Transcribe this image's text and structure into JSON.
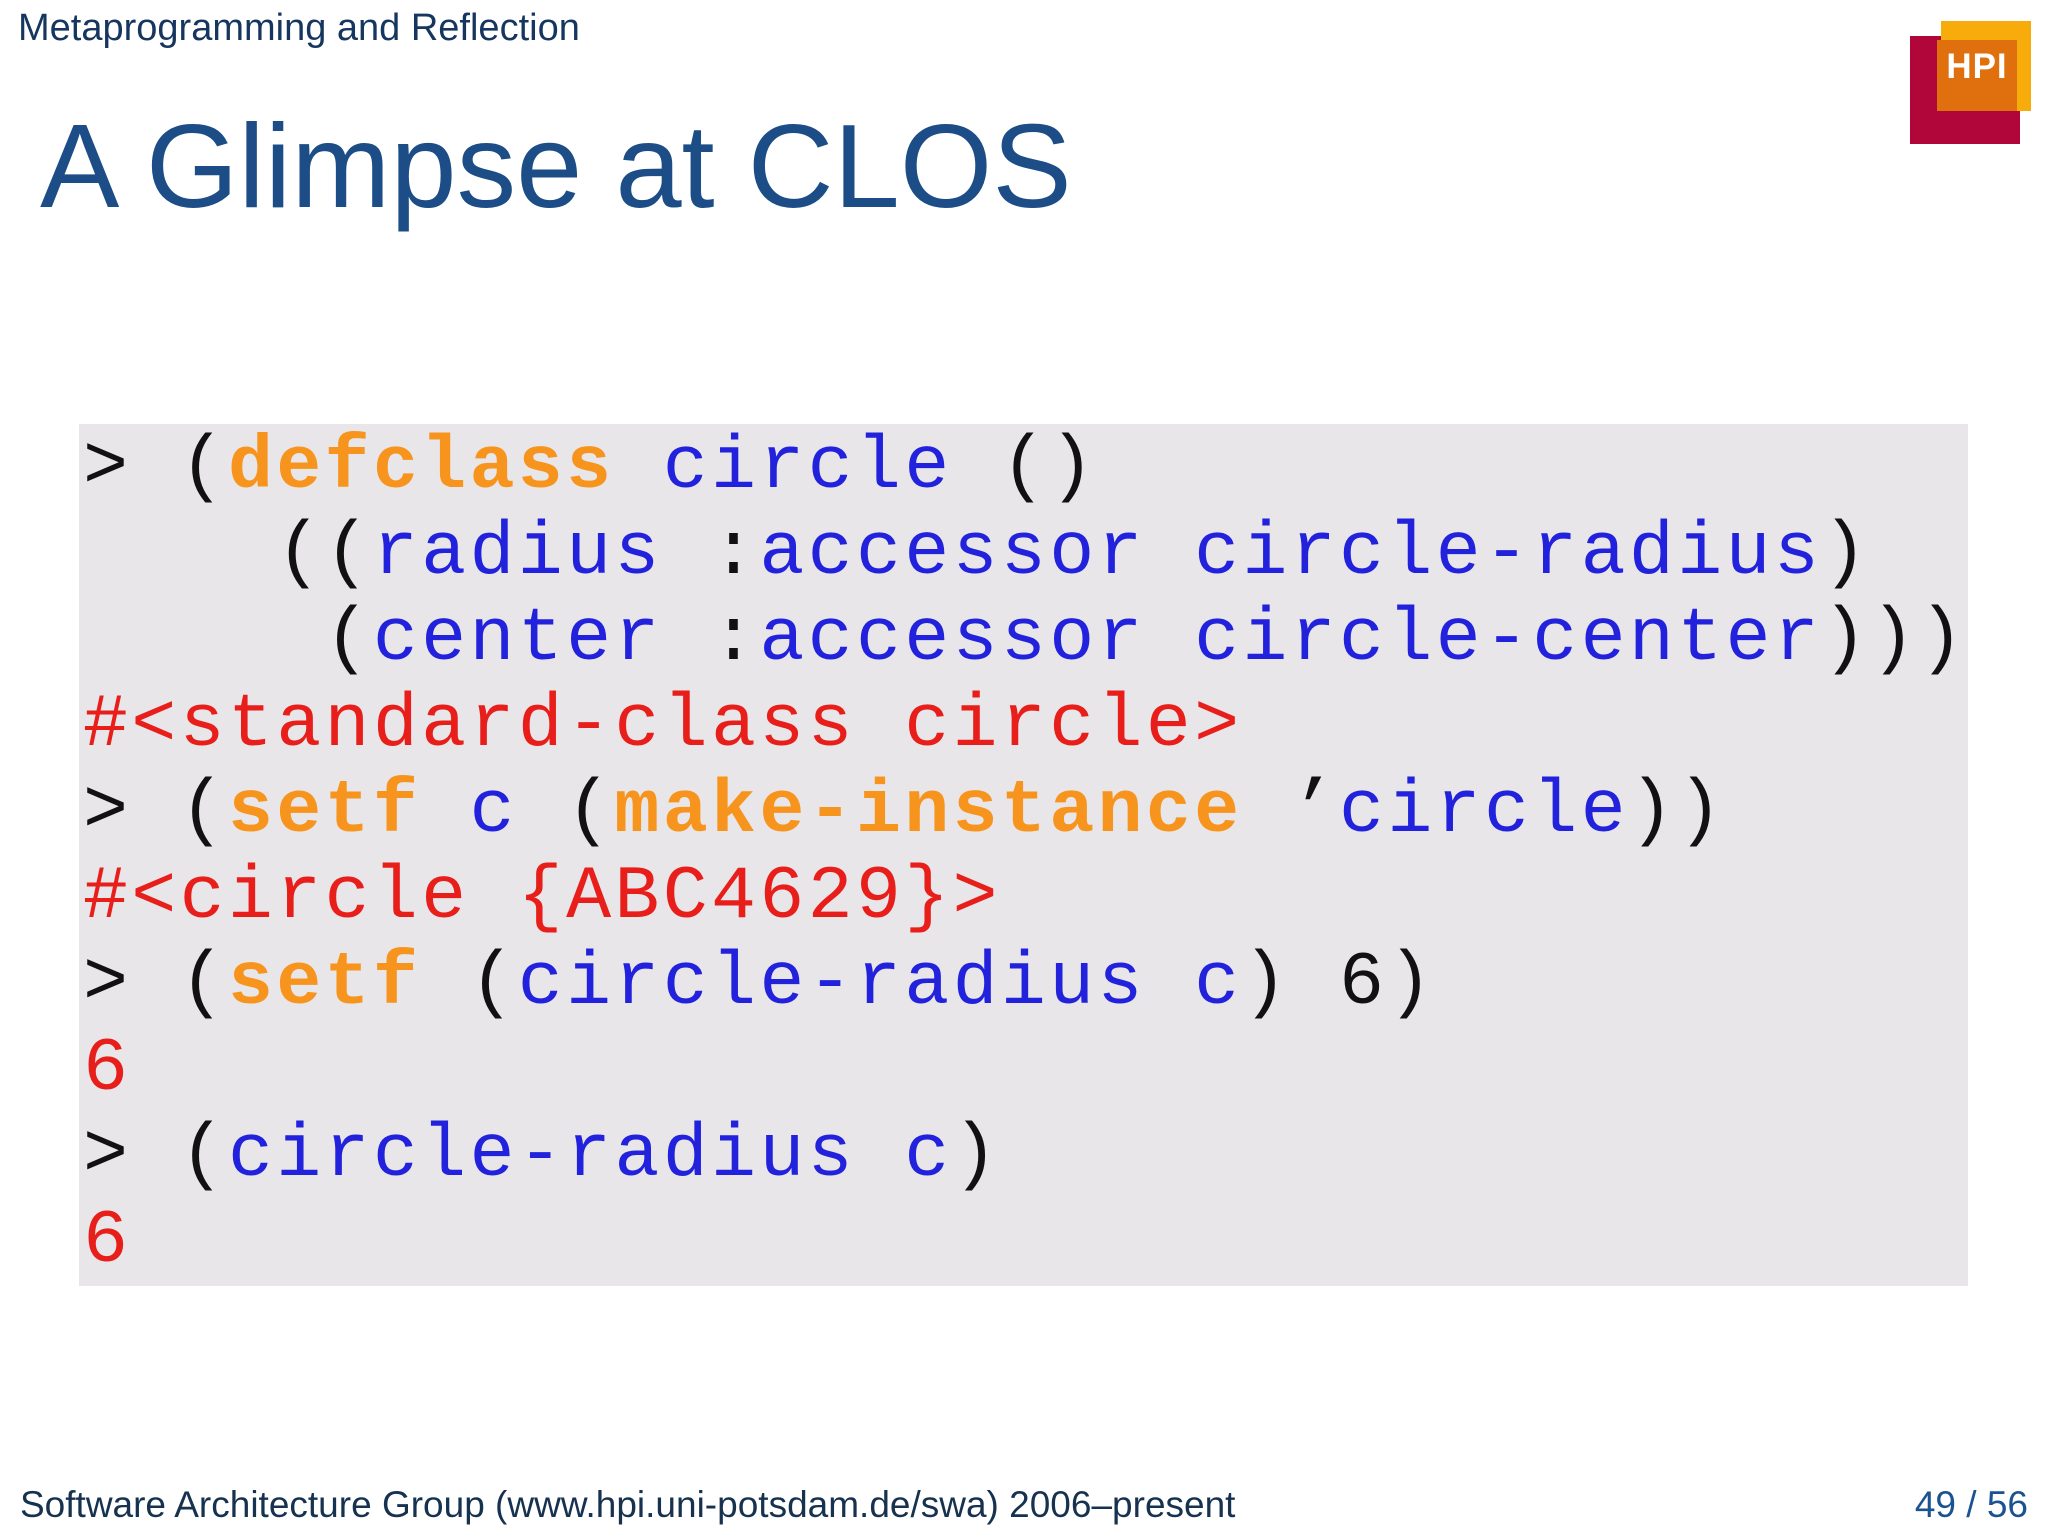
{
  "header": {
    "course_title": "Metaprogramming and Reflection"
  },
  "logo": {
    "text": "HPI"
  },
  "slide": {
    "title": "A Glimpse at CLOS"
  },
  "code": {
    "lines": [
      {
        "tokens": [
          {
            "t": "> (",
            "c": "plain"
          },
          {
            "t": "defclass",
            "c": "keyword"
          },
          {
            "t": " ",
            "c": "plain"
          },
          {
            "t": "circle",
            "c": "identifier"
          },
          {
            "t": " ()",
            "c": "plain"
          }
        ]
      },
      {
        "tokens": [
          {
            "t": "    ((",
            "c": "plain"
          },
          {
            "t": "radius",
            "c": "identifier"
          },
          {
            "t": " :",
            "c": "plain"
          },
          {
            "t": "accessor",
            "c": "identifier"
          },
          {
            "t": " ",
            "c": "plain"
          },
          {
            "t": "circle-radius",
            "c": "identifier"
          },
          {
            "t": ")",
            "c": "plain"
          }
        ]
      },
      {
        "tokens": [
          {
            "t": "     (",
            "c": "plain"
          },
          {
            "t": "center",
            "c": "identifier"
          },
          {
            "t": " :",
            "c": "plain"
          },
          {
            "t": "accessor",
            "c": "identifier"
          },
          {
            "t": " ",
            "c": "plain"
          },
          {
            "t": "circle-center",
            "c": "identifier"
          },
          {
            "t": ")))",
            "c": "plain"
          }
        ]
      },
      {
        "tokens": [
          {
            "t": "#<standard-class circle>",
            "c": "output"
          }
        ]
      },
      {
        "tokens": [
          {
            "t": "> (",
            "c": "plain"
          },
          {
            "t": "setf",
            "c": "keyword"
          },
          {
            "t": " ",
            "c": "plain"
          },
          {
            "t": "c",
            "c": "identifier"
          },
          {
            "t": " (",
            "c": "plain"
          },
          {
            "t": "make-instance",
            "c": "keyword"
          },
          {
            "t": " ’",
            "c": "plain"
          },
          {
            "t": "circle",
            "c": "identifier"
          },
          {
            "t": "))",
            "c": "plain"
          }
        ]
      },
      {
        "tokens": [
          {
            "t": "#<circle {ABC4629}>",
            "c": "output"
          }
        ]
      },
      {
        "tokens": [
          {
            "t": "> (",
            "c": "plain"
          },
          {
            "t": "setf",
            "c": "keyword"
          },
          {
            "t": " (",
            "c": "plain"
          },
          {
            "t": "circle-radius",
            "c": "identifier"
          },
          {
            "t": " ",
            "c": "plain"
          },
          {
            "t": "c",
            "c": "identifier"
          },
          {
            "t": ") 6)",
            "c": "plain"
          }
        ]
      },
      {
        "tokens": [
          {
            "t": "6",
            "c": "output"
          }
        ]
      },
      {
        "tokens": [
          {
            "t": "> (",
            "c": "plain"
          },
          {
            "t": "circle-radius",
            "c": "identifier"
          },
          {
            "t": " ",
            "c": "plain"
          },
          {
            "t": "c",
            "c": "identifier"
          },
          {
            "t": ")",
            "c": "plain"
          }
        ]
      },
      {
        "tokens": [
          {
            "t": "6",
            "c": "output"
          }
        ]
      }
    ]
  },
  "footer": {
    "left": "Software Architecture Group (www.hpi.uni-potsdam.de/swa) 2006–present",
    "page": "49 / 56"
  },
  "colors": {
    "header_text": "#16365f",
    "title_text": "#1c4d87",
    "footer_text": "#16324f",
    "page_number": "#1b5390",
    "code_background": "#e8e6e9",
    "keyword": "#f7941d",
    "identifier": "#2222dd",
    "output": "#e81e1a",
    "plain": "#111111",
    "logo_yellow": "#F7AC0C",
    "logo_crimson": "#B1063A",
    "logo_orange": "#E06F0D"
  }
}
